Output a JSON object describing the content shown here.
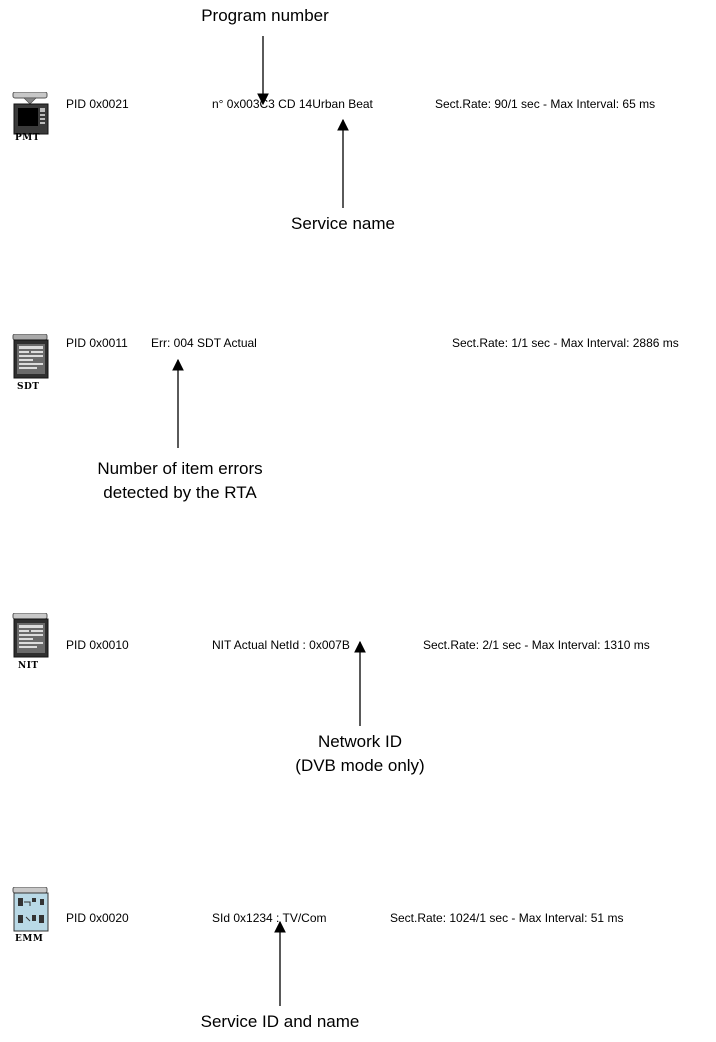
{
  "rows": [
    {
      "icon": "pmt-table-icon",
      "icon_label": "PMT",
      "pid": "PID 0x0021",
      "middle": "n° 0x003C3  CD 14Urban Beat",
      "stats": "Sect.Rate: 90/1 sec - Max Interval: 65 ms"
    },
    {
      "icon": "sdt-table-icon",
      "icon_label": "SDT",
      "pid": "PID 0x0011",
      "middle": "Err: 004  SDT Actual",
      "stats": "Sect.Rate: 1/1 sec - Max Interval: 2886 ms"
    },
    {
      "icon": "nit-table-icon",
      "icon_label": "NIT",
      "pid": "PID 0x0010",
      "middle": "NIT Actual   NetId : 0x007B",
      "stats": "Sect.Rate: 2/1 sec - Max Interval: 1310 ms"
    },
    {
      "icon": "emm-table-icon",
      "icon_label": "EMM",
      "pid": "PID 0x0020",
      "middle": "SId 0x1234 : TV/Com",
      "stats": "Sect.Rate: 1024/1 sec - Max Interval: 51 ms"
    }
  ],
  "callouts": {
    "program_number": "Program number",
    "service_name": "Service name",
    "item_errors_line1": "Number of item errors",
    "item_errors_line2": "detected by the RTA",
    "network_id_line1": "Network ID",
    "network_id_line2": "(DVB mode only)",
    "service_id": "Service ID and name"
  }
}
